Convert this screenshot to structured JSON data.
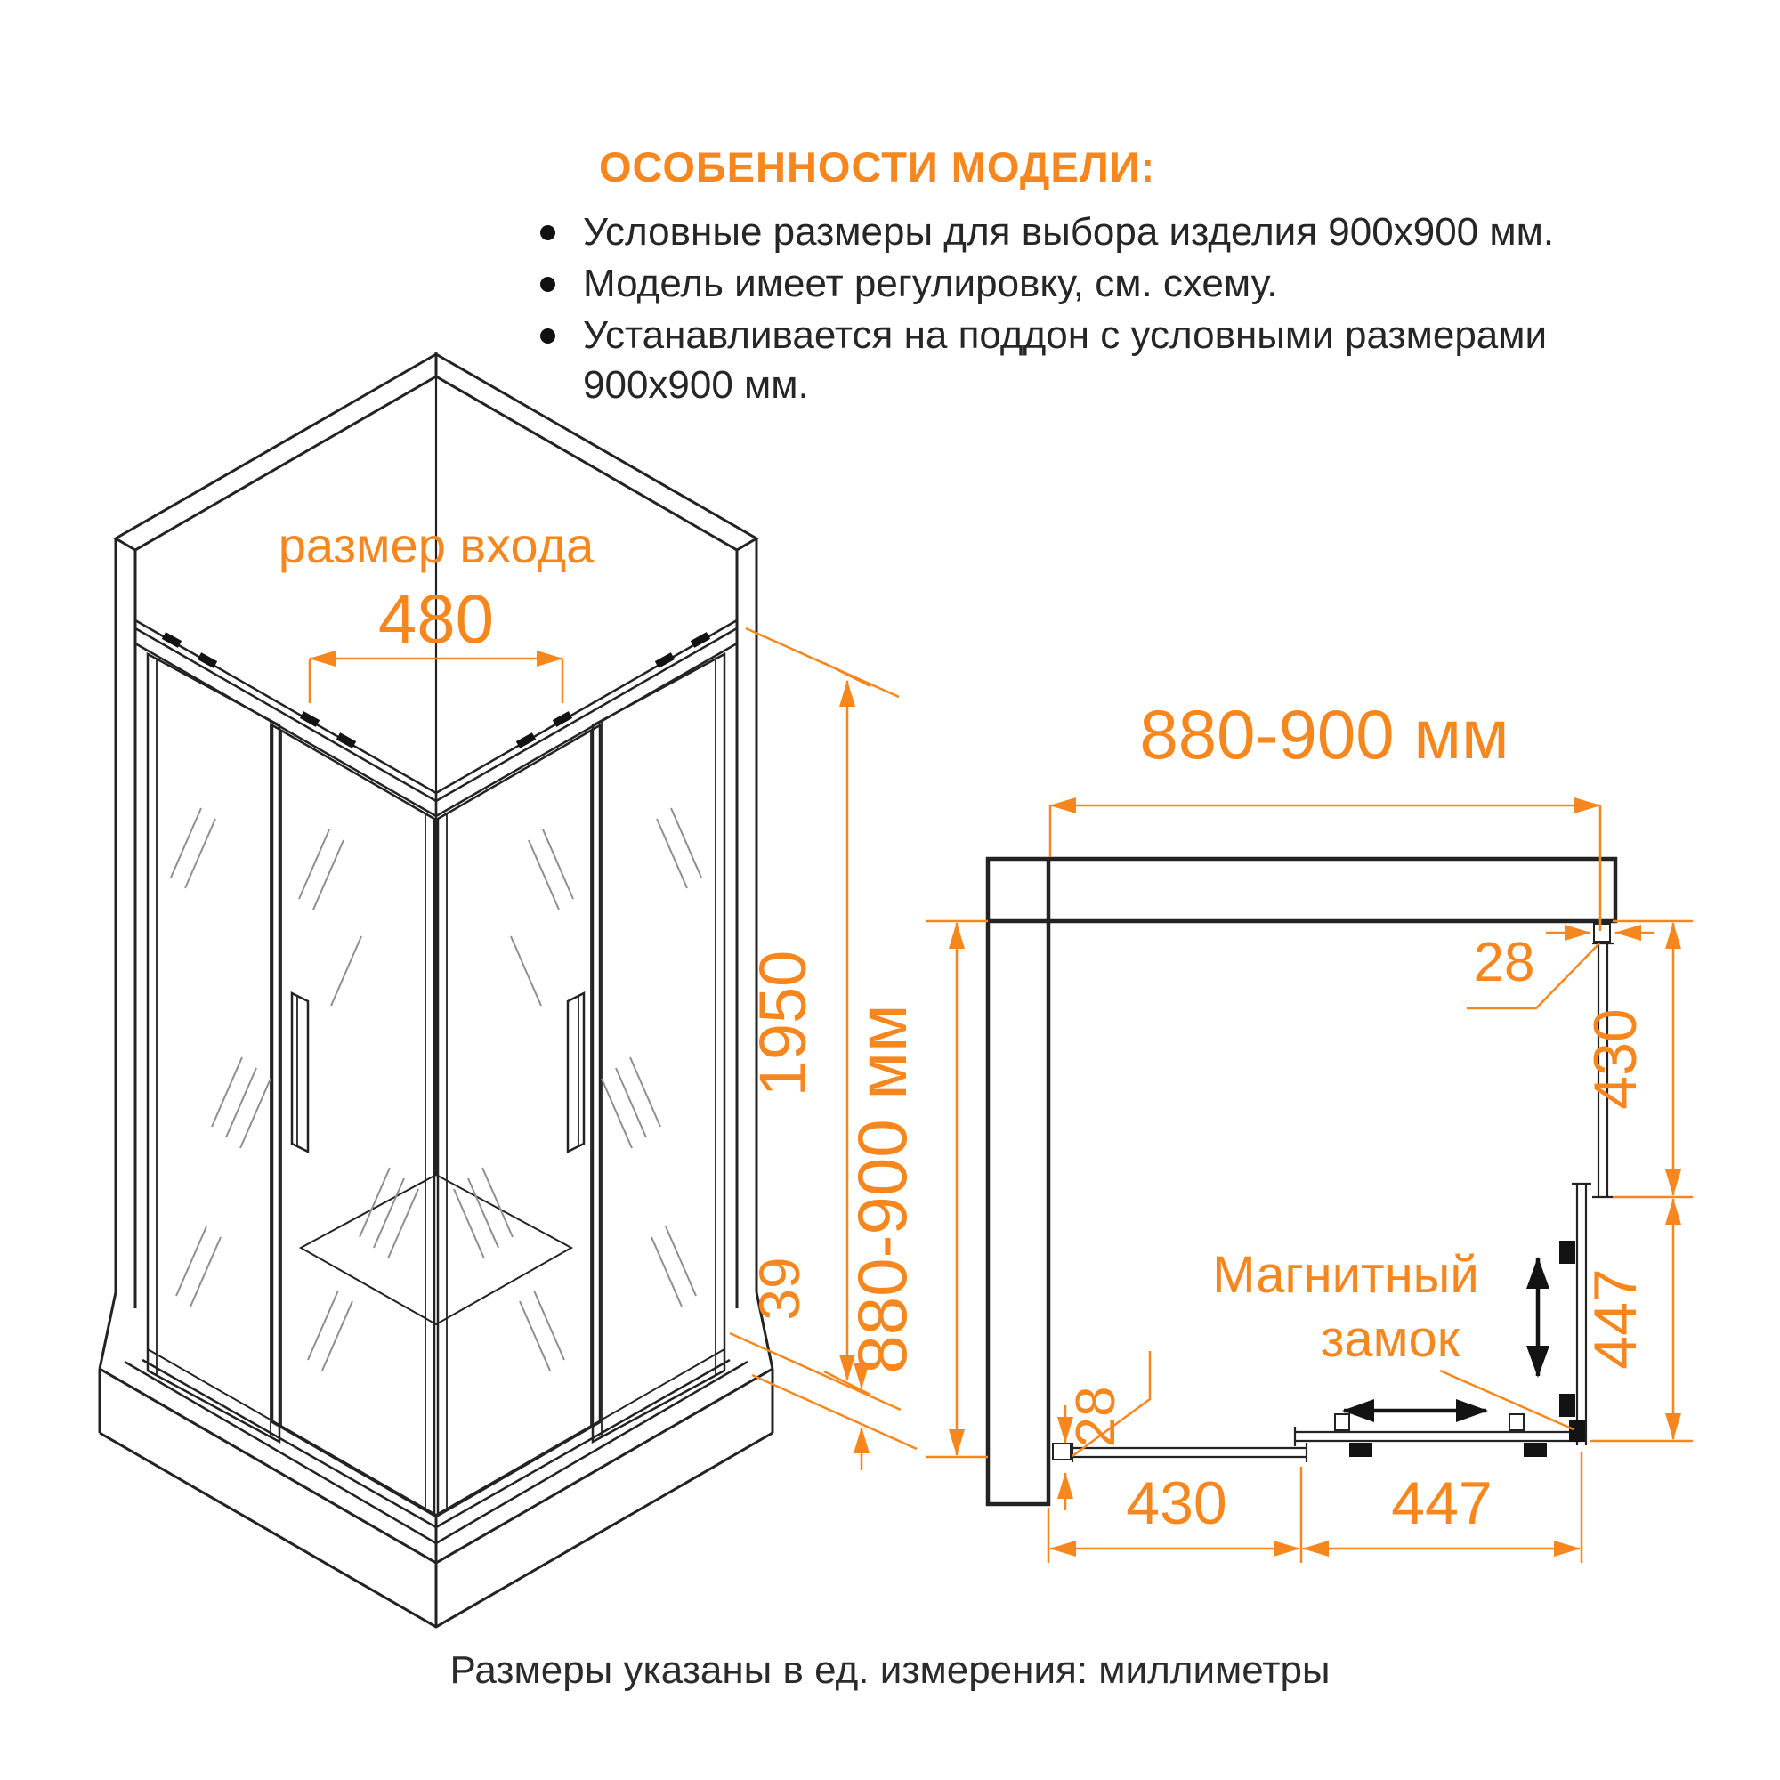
{
  "header": {
    "title": "ОСОБЕННОСТИ МОДЕЛИ:",
    "bullets": [
      "Условные размеры для выбора изделия 900х900 мм.",
      "Модель имеет регулировку, см. схему.",
      "Устанавливается на поддон с условными размерами 900х900 мм."
    ]
  },
  "iso_view": {
    "entrance_label": "размер входа",
    "entrance_width": "480",
    "height": "1950",
    "tray_lip": "39"
  },
  "plan_view": {
    "width_top": "880-900 мм",
    "depth_left": "880-900 мм",
    "profile_top": "28",
    "profile_bottom": "28",
    "right_fixed": "430",
    "right_door": "447",
    "bottom_fixed": "430",
    "bottom_door": "447",
    "lock_label_line1": "Магнитный",
    "lock_label_line2": "замок"
  },
  "footer": {
    "caption": "Размеры указаны в ед. измерения: миллиметры"
  },
  "colors": {
    "accent": "#f6871f",
    "line": "#232323",
    "text": "#2b2b2b"
  }
}
